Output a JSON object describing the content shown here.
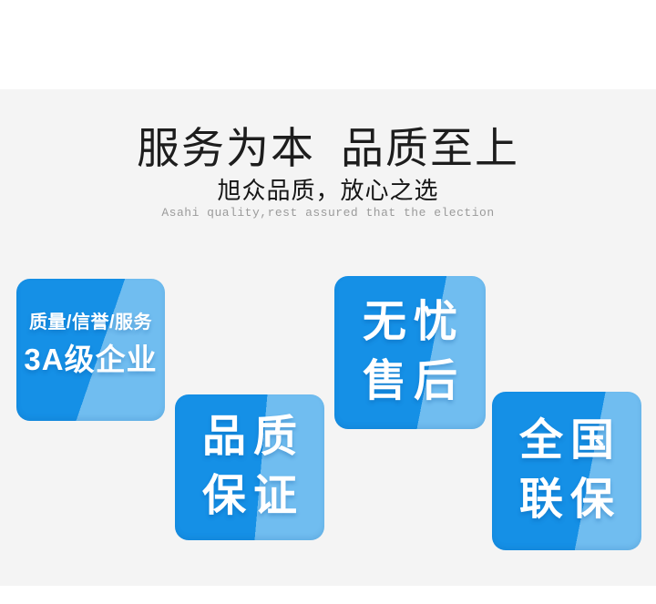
{
  "header": {
    "title_left": "服务为本",
    "title_right": "品质至上",
    "subtitle": "旭众品质，放心之选",
    "tagline_en": "Asahi quality,rest assured that the election"
  },
  "badges": [
    {
      "name": "3a-enterprise",
      "line1": "质量/信誉/服务",
      "line2": "3A级企业"
    },
    {
      "name": "quality-guarantee",
      "line1": "品质",
      "line2": "保证"
    },
    {
      "name": "worry-free-after-sales",
      "line1": "无忧",
      "line2": "售后"
    },
    {
      "name": "nationwide-warranty",
      "line1": "全国",
      "line2": "联保"
    }
  ],
  "colors": {
    "badge_blue": "#1590e6",
    "badge_light_blue": "#70bdf0",
    "panel_bg": "#f4f4f4",
    "title_color": "#1d1d1d",
    "tagline_color": "#9b9b9b"
  }
}
